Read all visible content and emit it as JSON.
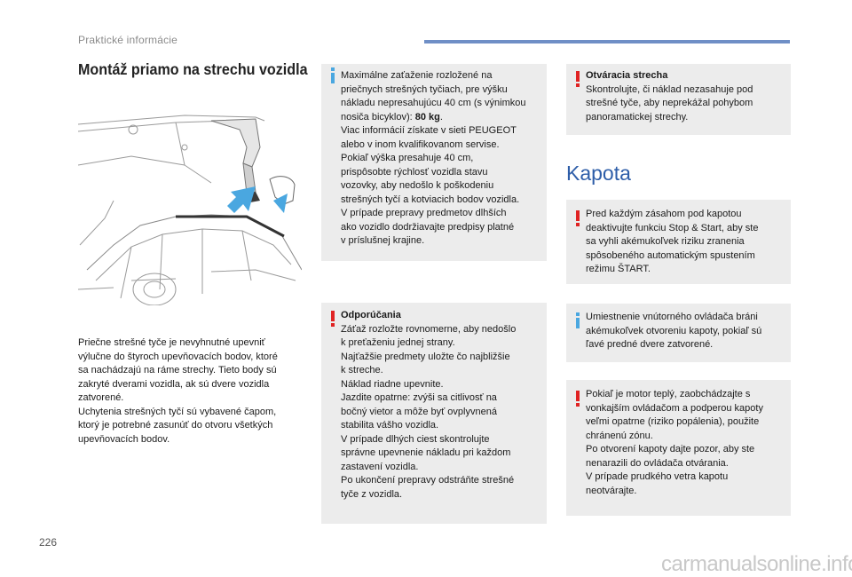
{
  "header": {
    "section": "Praktické informácie"
  },
  "title": "Montáž priamo na strechu vozidla",
  "body_text": "Priečne strešné tyče je nevyhnutné upevniť\nvýlučne do štyroch upevňovacích bodov, ktoré\nsa nachádzajú na ráme strechy. Tieto body sú\nzakryté dverami vozidla, ak sú dvere vozidla\nzatvorené.\nUchytenia strešných tyčí sú vybavené čapom,\nktorý je potrebné zasunúť do otvoru všetkých\nupevňovacích bodov.",
  "box_load": {
    "text_before": "Maximálne zaťaženie rozložené na\npriečnych strešných tyčiach, pre výšku\nnákladu nepresahujúcu 40 cm (s výnimkou\nnosiča bicyklov): ",
    "text_bold": "80 kg",
    "text_after": ".\nViac informácií získate v sieti PEUGEOT\nalebo v inom kvalifikovanom servise.\nPokiaľ výška presahuje 40 cm,\nprispôsobte rýchlosť vozidla stavu\nvozovky, aby nedošlo k poškodeniu\nstrešných tyčí a kotviacich bodov vozidla.\nV prípade prepravy predmetov dlhších\nako vozidlo dodržiavajte predpisy platné\nv príslušnej krajine."
  },
  "box_reco": {
    "heading": "Odporúčania",
    "text": "Záťaž rozložte rovnomerne, aby nedošlo\nk preťaženiu jednej strany.\nNajťažšie predmety uložte čo najbližšie\nk streche.\nNáklad riadne upevnite.\nJazdite opatrne: zvýši sa citlivosť na\nbočný vietor a môže byť ovplyvnená\nstabilita vášho vozidla.\nV prípade dlhých ciest skontrolujte\nsprávne upevnenie nákladu pri každom\nzastavení vozidla.\nPo ukončení prepravy odstráňte strešné\ntyče z vozidla."
  },
  "box_sunroof": {
    "heading": "Otváracia strecha",
    "text": "Skontrolujte, či náklad nezasahuje pod\nstrešné tyče, aby neprekážal pohybom\npanoramatickej strechy."
  },
  "section_title": "Kapota",
  "box_stopstart": {
    "text": "Pred každým zásahom pod kapotou\ndeaktivujte funkciu Stop & Start, aby ste\nsa vyhli akémukoľvek riziku zranenia\nspôsobeného automatickým spustením\nrežimu ŠTART."
  },
  "box_lever": {
    "text": "Umiestnenie vnútorného ovládača bráni\nakémukoľvek otvoreniu kapoty, pokiaľ sú\nľavé predné dvere zatvorené."
  },
  "box_hot": {
    "text": "Pokiaľ je motor teplý, zaobchádzajte s\nvonkajším ovládačom a podperou kapoty\nveľmi opatrne (riziko popálenia), použite\nchránenú zónu.\nPo otvorení kapoty dajte pozor, aby ste\nnenarazili do ovládača otvárania.\nV prípade prudkého vetra kapotu\nneotvárajte."
  },
  "page_number": "226",
  "watermark": "carmanualsonline.info",
  "colors": {
    "accent_blue": "#2d5da8",
    "warning_red": "#e02323",
    "info_blue": "#4aa7e0",
    "box_bg": "#ececec"
  }
}
